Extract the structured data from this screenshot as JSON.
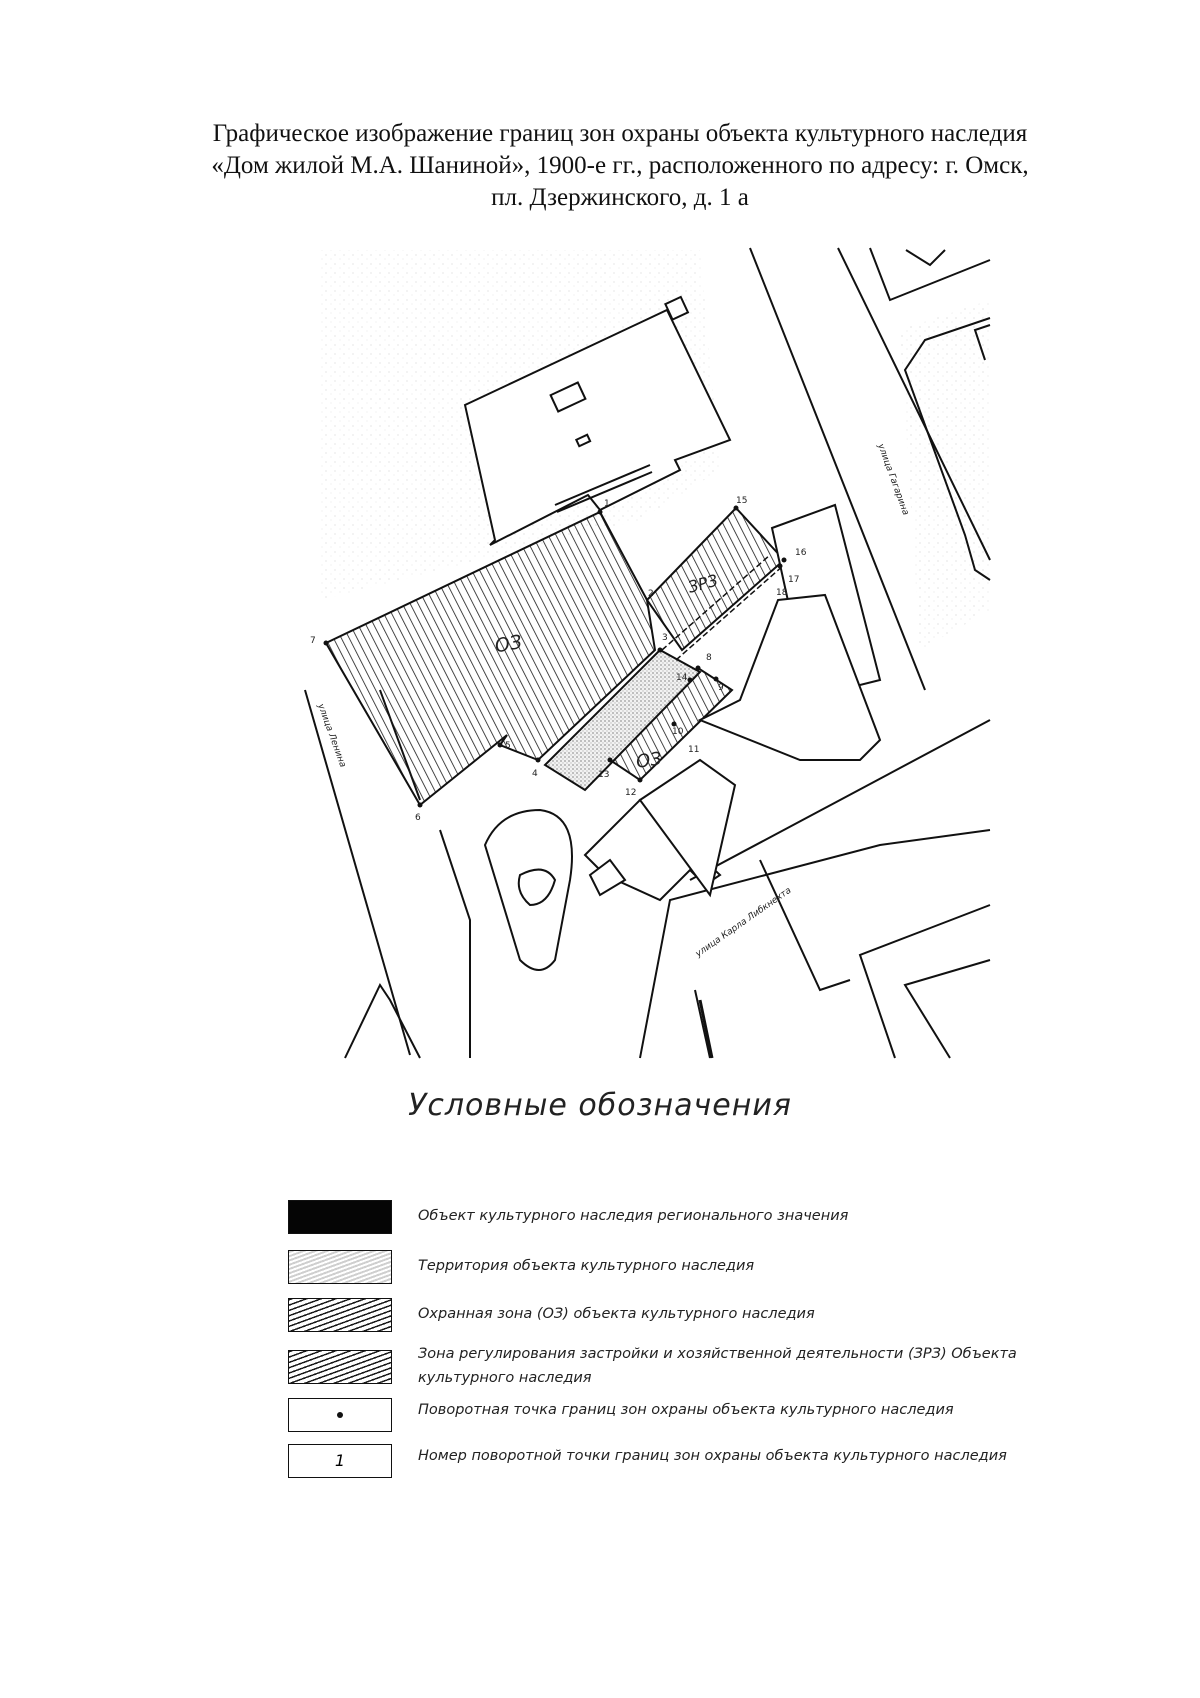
{
  "header": {
    "line1": "Графическое изображение границ зон охраны объекта культурного наследия",
    "line2": "«Дом жилой М.А. Шаниной», 1900-е гг., расположенного по адресу: г. Омск,",
    "line3": "пл. Дзержинского, д. 1 а"
  },
  "map": {
    "zone_labels": {
      "oz_main": "ОЗ",
      "oz_small": "ОЗ",
      "zrz": "ЗРЗ"
    },
    "street_labels": {
      "gagarina": "улица Гагарина",
      "lenina": "улица Ленина",
      "karla_libknekhta": "улица Карла Либкнехта"
    },
    "points": [
      "1",
      "2",
      "3",
      "4",
      "5",
      "6",
      "7",
      "8",
      "9",
      "10",
      "11",
      "12",
      "13",
      "14",
      "15",
      "16",
      "17",
      "18"
    ]
  },
  "legend": {
    "title": "Условные обозначения",
    "items": [
      {
        "symbol": "black-fill",
        "text": "Объект  культурного наследия регионального значения"
      },
      {
        "symbol": "dotted-fill",
        "text": "Территория объекта культурного наследия"
      },
      {
        "symbol": "hatch-fill",
        "text": "Охранная зона (ОЗ) объекта культурного наследия"
      },
      {
        "symbol": "hatch-fill",
        "text_line1": "Зона регулирования застройки и хозяйственной деятельности (ЗРЗ) Объекта",
        "text_line2": "культурного наследия"
      },
      {
        "symbol": "point",
        "text": "Поворотная точка границ зон охраны объекта культурного наследия"
      },
      {
        "symbol": "number",
        "number": "1",
        "text": "Номер поворотной точки границ зон охраны объекта культурного наследия"
      }
    ]
  },
  "colors": {
    "ink": "#111111",
    "background": "#ffffff",
    "territory": "#cfcfcf"
  }
}
